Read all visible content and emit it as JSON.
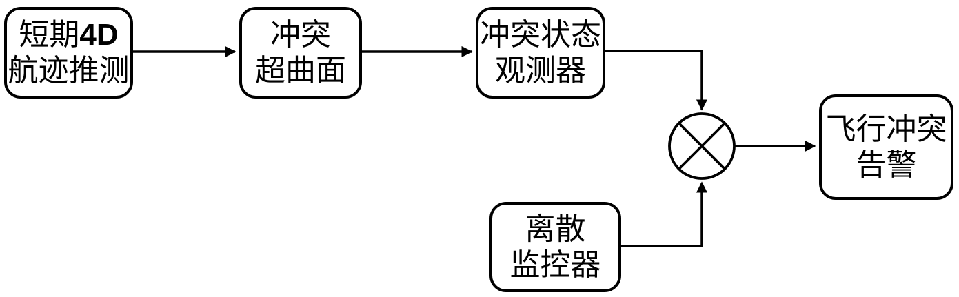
{
  "colors": {
    "stroke": "#000000",
    "text": "#000000",
    "background": "#ffffff"
  },
  "nodes": {
    "trajectory": {
      "line1_cn": "短期",
      "line1_latin": "4D",
      "line2": "航迹推测"
    },
    "hypersurface": {
      "line1": "冲突",
      "line2": "超曲面"
    },
    "observer": {
      "line1": "冲突状态",
      "line2": "观测器"
    },
    "monitor": {
      "line1": "离散",
      "line2": "监控器"
    },
    "alert": {
      "line1": "飞行冲突",
      "line2": "告警"
    }
  },
  "junction": {
    "id": "multiplier",
    "symbol": "circled-times"
  },
  "edges": [
    {
      "from": "trajectory",
      "to": "hypersurface"
    },
    {
      "from": "hypersurface",
      "to": "observer"
    },
    {
      "from": "observer",
      "to": "multiplier"
    },
    {
      "from": "monitor",
      "to": "multiplier"
    },
    {
      "from": "multiplier",
      "to": "alert"
    }
  ]
}
